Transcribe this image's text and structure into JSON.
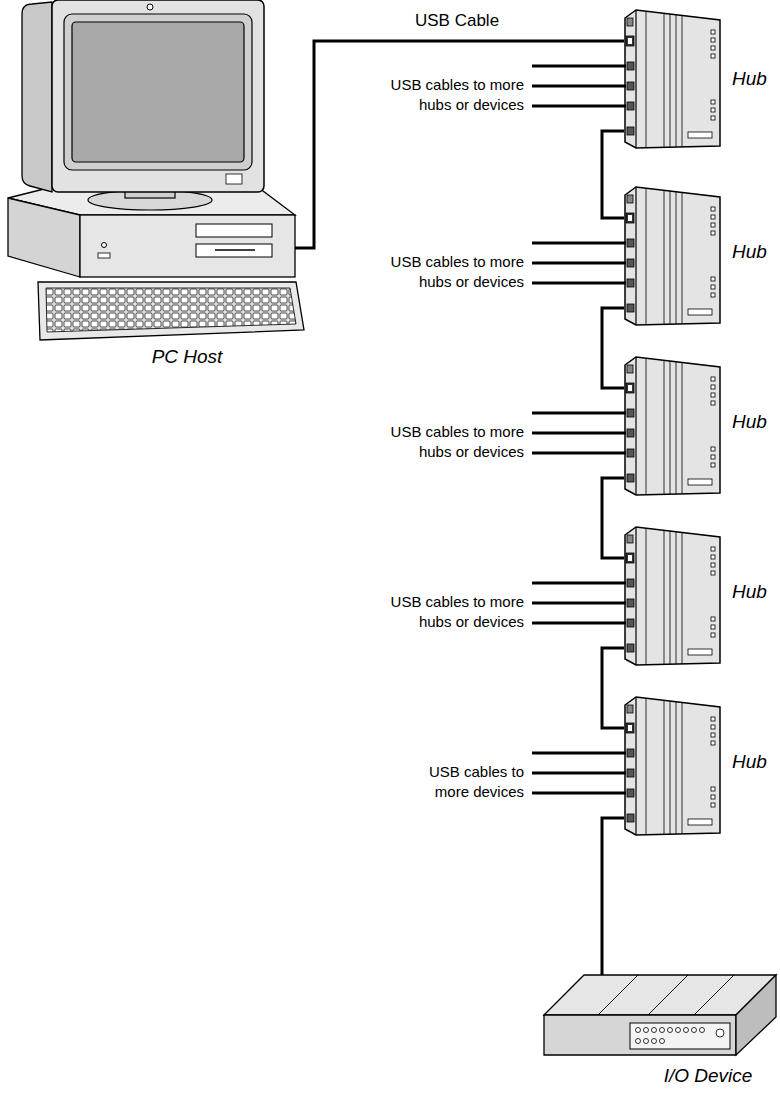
{
  "diagram": {
    "nodes": [
      {
        "text": [
          "PC Host"
        ]
      },
      {
        "text": [
          "Hub"
        ]
      },
      {
        "text": [
          "Hub"
        ]
      },
      {
        "text": [
          "Hub"
        ]
      },
      {
        "text": [
          "Hub"
        ]
      },
      {
        "text": [
          "Hub"
        ]
      },
      {
        "text": [
          "I/O Device"
        ]
      }
    ],
    "edges": [
      {
        "from": 0,
        "to": 1,
        "arrow": "none",
        "label": "USB Cable"
      },
      {
        "from": 1,
        "to": 2,
        "arrow": "none"
      },
      {
        "from": 2,
        "to": 3,
        "arrow": "none"
      },
      {
        "from": 3,
        "to": 4,
        "arrow": "none"
      },
      {
        "from": 4,
        "to": 5,
        "arrow": "none"
      },
      {
        "from": 5,
        "to": 6,
        "arrow": "none"
      }
    ],
    "labels": [
      "USB cables to more hubs or devices",
      "USB cables to more hubs or devices",
      "USB cables to more hubs or devices",
      "USB cables to more hubs or devices",
      "USB cables to more devices"
    ]
  }
}
